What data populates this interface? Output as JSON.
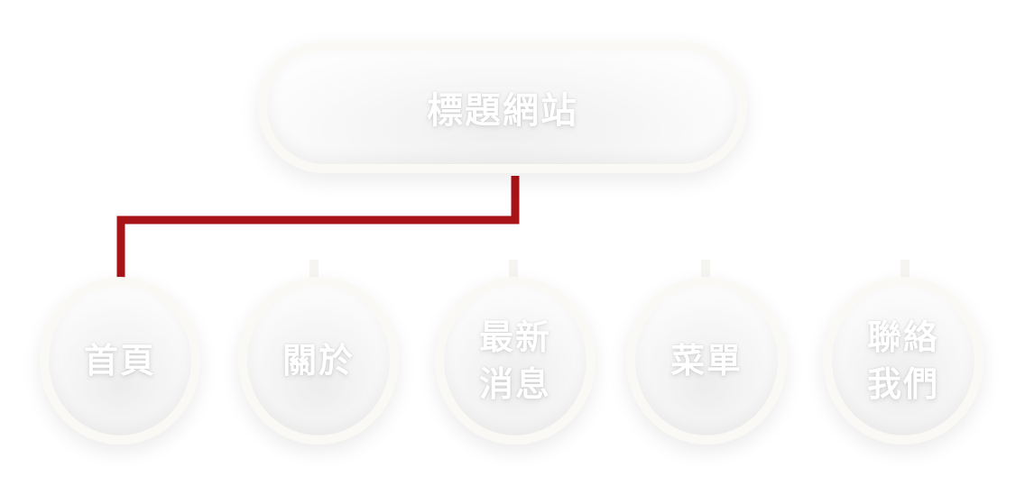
{
  "root": {
    "label": "標題網站"
  },
  "nodes": [
    {
      "label": "首頁"
    },
    {
      "label": "關於"
    },
    {
      "label": "最新消息"
    },
    {
      "label": "菜單"
    },
    {
      "label": "聯絡我們"
    }
  ],
  "colors": {
    "active_connector": "#a81318",
    "stub": "#f6f5f2",
    "ring": "#faf9f6"
  },
  "active_path": "nodes.0"
}
